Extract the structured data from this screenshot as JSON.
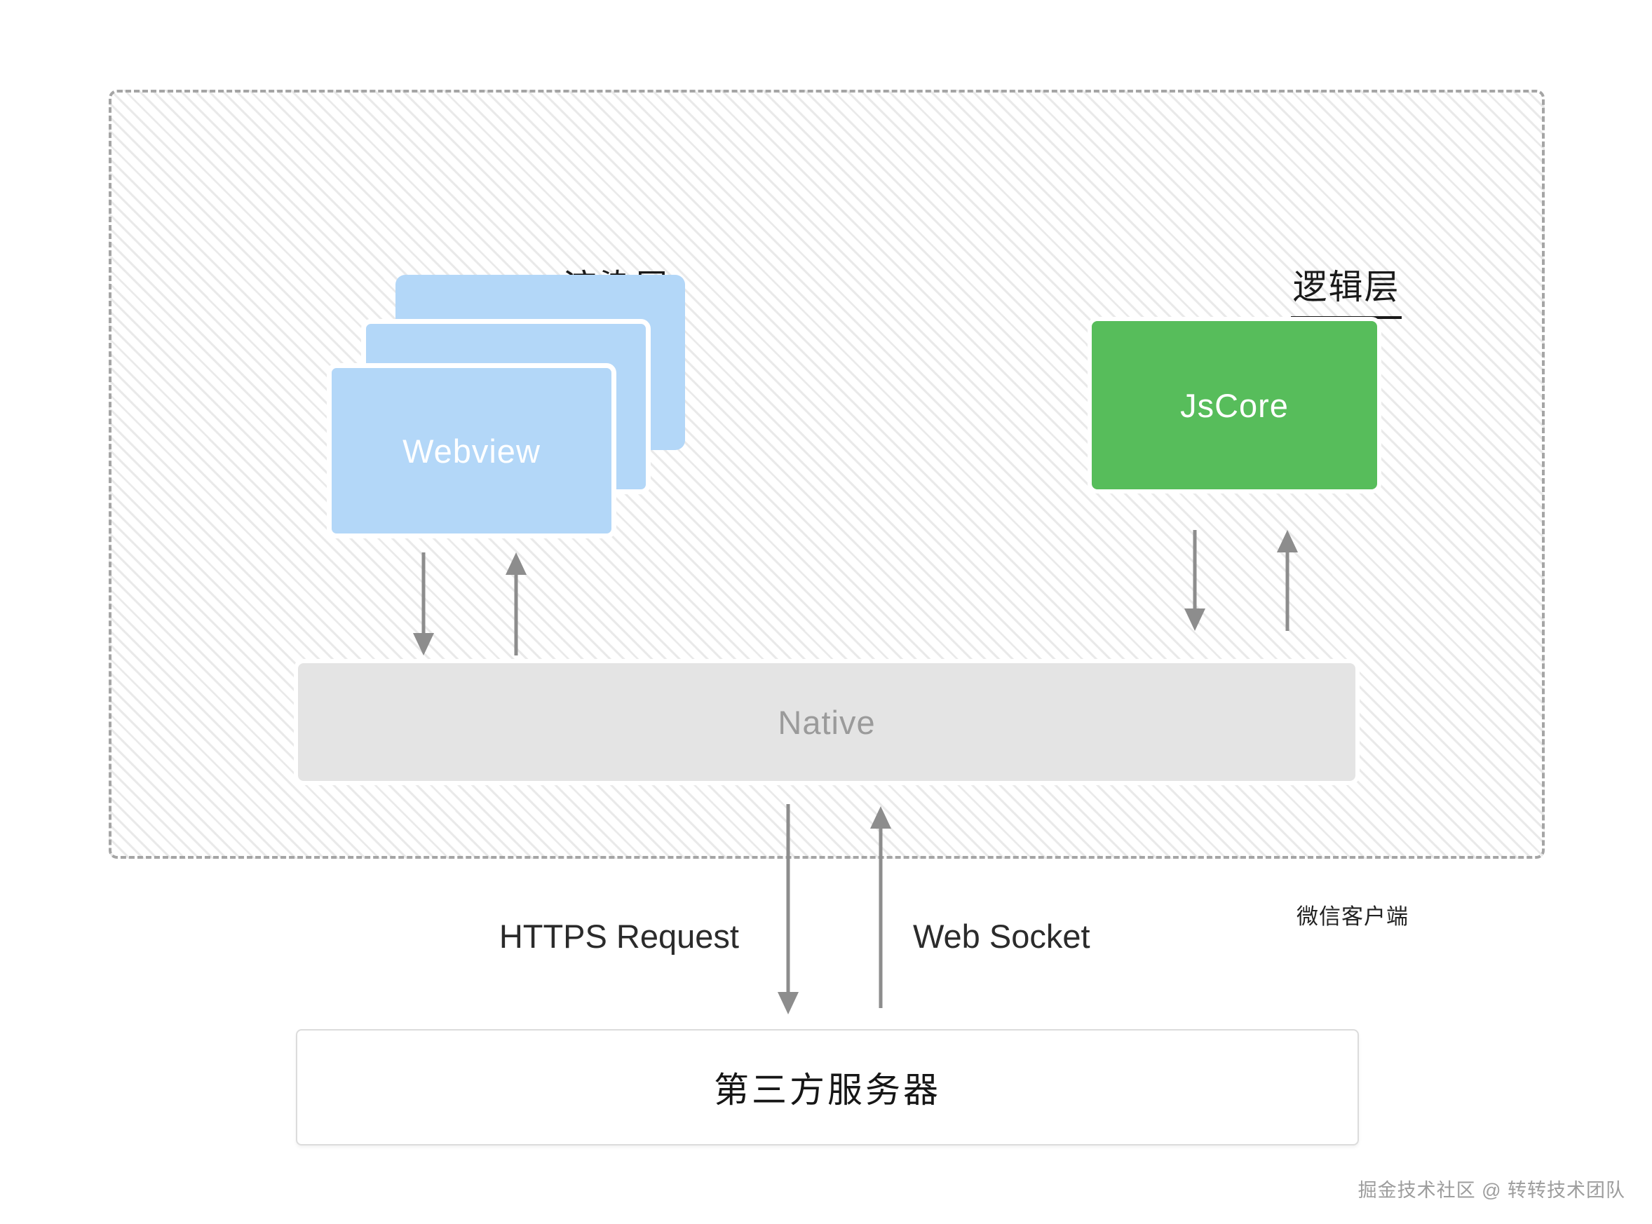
{
  "client": {
    "label": "微信客户端",
    "render_layer": {
      "title": "渲染层",
      "webview_label": "Webview",
      "webview_card_count": 3
    },
    "logic_layer": {
      "title": "逻辑层",
      "jscore_label": "JsCore"
    },
    "native_label": "Native"
  },
  "connections": {
    "https_label": "HTTPS Request",
    "websocket_label": "Web Socket"
  },
  "server": {
    "label": "第三方服务器"
  },
  "watermark": "掘金技术社区 @ 转转技术团队",
  "arrows": [
    {
      "name": "webview-to-native",
      "direction": "down"
    },
    {
      "name": "native-to-webview",
      "direction": "up"
    },
    {
      "name": "jscore-to-native",
      "direction": "down"
    },
    {
      "name": "native-to-jscore",
      "direction": "up"
    },
    {
      "name": "native-to-server-https",
      "direction": "down"
    },
    {
      "name": "server-to-native-websocket",
      "direction": "up"
    }
  ],
  "colors": {
    "webview_blue": "#B3D7F8",
    "jscore_green": "#57BD5B",
    "native_gray": "#E4E4E4",
    "native_text": "#9B9B9B",
    "arrow_gray": "#8D8D8D",
    "dash_border": "#A5A5A5",
    "hatch_line": "#E9E9E9",
    "title_text": "#1A1A1A",
    "server_border": "#DCDCDC",
    "watermark_gray": "#9D9D9D"
  }
}
